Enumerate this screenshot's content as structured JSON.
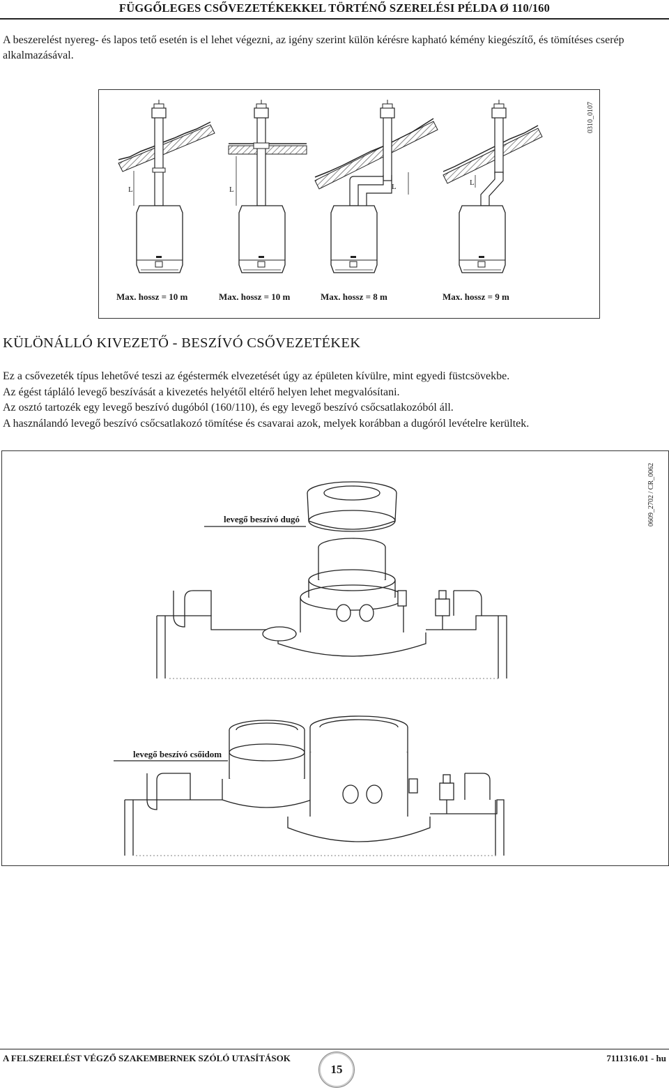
{
  "header": {
    "title": "FÜGGŐLEGES CSŐVEZETÉKEKKEL TÖRTÉNŐ SZERELÉSI PÉLDA Ø 110/160"
  },
  "intro_text": "A beszerelést nyereg- és lapos tető esetén is el lehet végezni, az igény szerint külön kérésre kapható kémény kiegészítő, és tömítéses cserép alkalmazásával.",
  "figure1": {
    "code": "0310_0107",
    "dimension_label": "L",
    "captions": [
      "Max. hossz = 10 m",
      "Max. hossz = 10 m",
      "Max. hossz = 8 m",
      "Max. hossz = 9 m"
    ]
  },
  "section": {
    "title": "KÜLÖNÁLLÓ KIVEZETŐ - BESZÍVÓ CSŐVEZETÉKEK",
    "paragraphs": [
      "Ez a csővezeték típus lehetővé teszi az égéstermék elvezetését úgy az épületen kívülre, mint egyedi füstcsövekbe.",
      "Az égést tápláló levegő beszívását a kivezetés helyétől eltérő helyen lehet megvalósítani.",
      "Az osztó tartozék egy levegő beszívó dugóból (160/110), és egy levegő beszívó csőcsatlakozóból áll.",
      "A használandó levegő beszívó csőcsatlakozó tömítése és csavarai azok, melyek korábban a dugóról levételre kerültek."
    ]
  },
  "figure2": {
    "code": "0609_2702 / CR_0062",
    "label_plug": "levegő beszívó dugó",
    "label_fitting": "levegő beszívó csőidom"
  },
  "footer": {
    "left": "A FELSZERELÉST VÉGZŐ SZAKEMBERNEK SZÓLÓ UTASÍTÁSOK",
    "page": "15",
    "right": "7111316.01 - hu"
  }
}
